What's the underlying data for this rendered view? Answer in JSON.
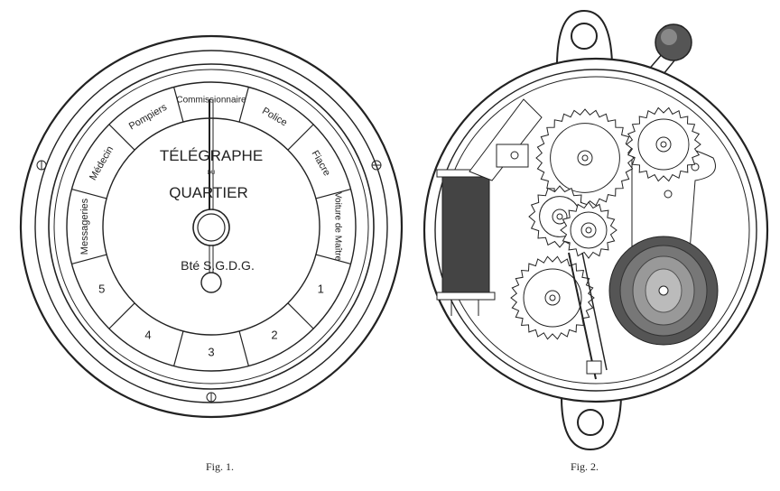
{
  "fig1": {
    "caption": "Fig. 1.",
    "title_line1": "TÉLÉGRAPHE",
    "title_line2": "DU",
    "title_line3": "QUARTIER",
    "patent": "Bté S.G.D.G.",
    "segments": [
      "Commissionnaire",
      "Police",
      "Fiacre",
      "Voiture de Maître",
      "1",
      "2",
      "3",
      "4",
      "5",
      "Messageries",
      "Médecin",
      "Pompiers"
    ]
  },
  "fig2": {
    "caption": "Fig. 2."
  }
}
